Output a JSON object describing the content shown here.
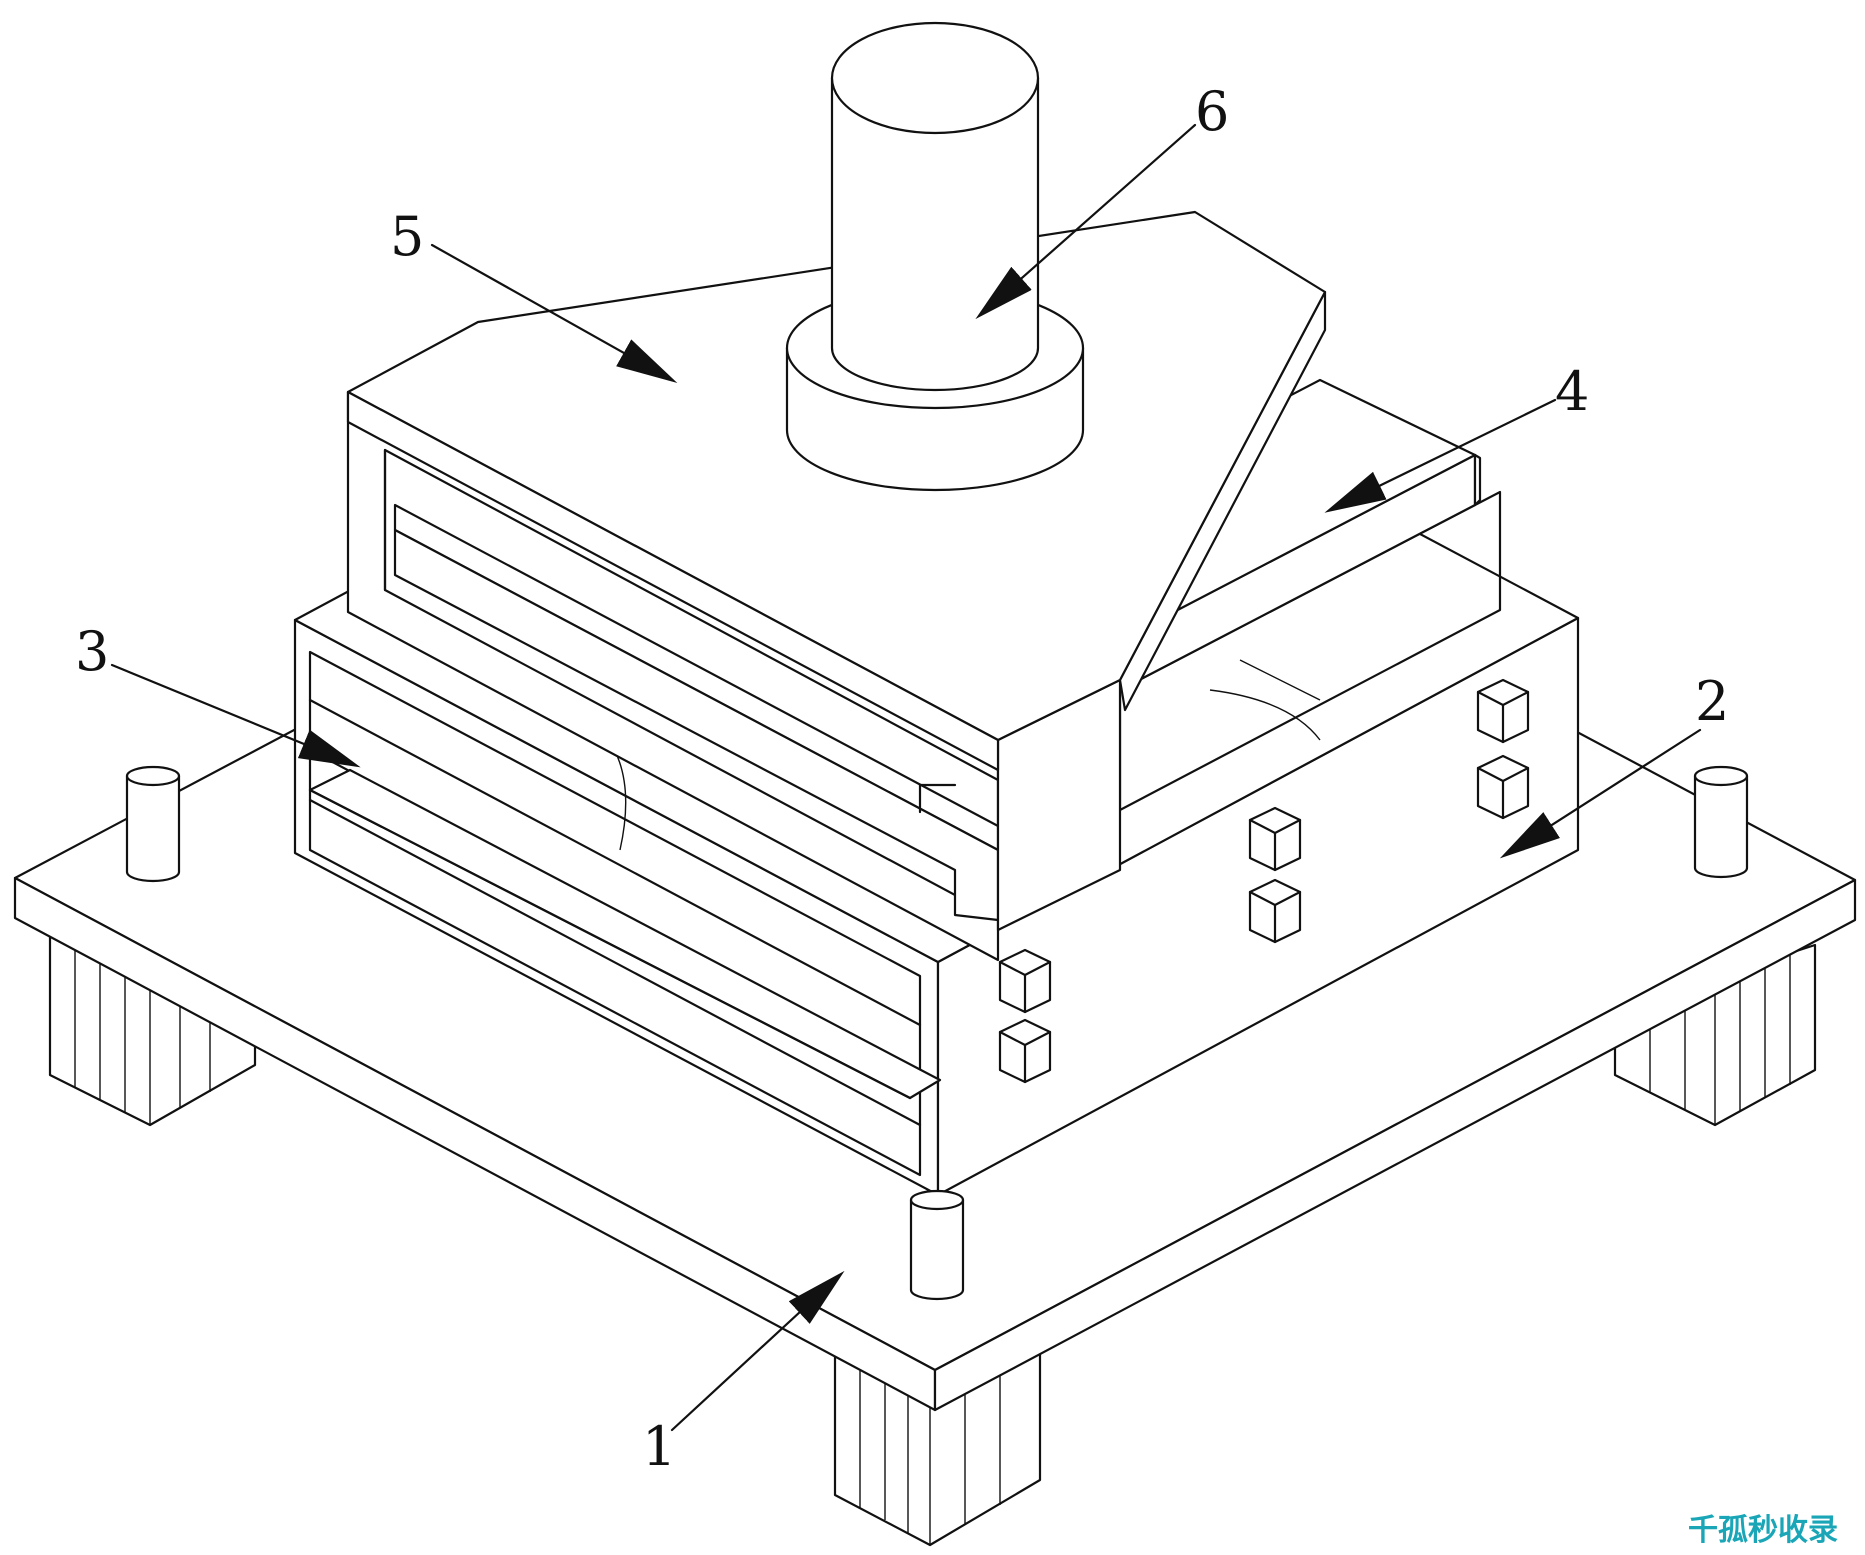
{
  "callouts": [
    {
      "id": "1",
      "text": "1"
    },
    {
      "id": "2",
      "text": "2"
    },
    {
      "id": "3",
      "text": "3"
    },
    {
      "id": "4",
      "text": "4"
    },
    {
      "id": "5",
      "text": "5"
    },
    {
      "id": "6",
      "text": "6"
    }
  ],
  "watermark": {
    "text": "千孤秒收录",
    "color": "#1aa6b7"
  },
  "colors": {
    "line": "#111111",
    "background": "#ffffff"
  }
}
